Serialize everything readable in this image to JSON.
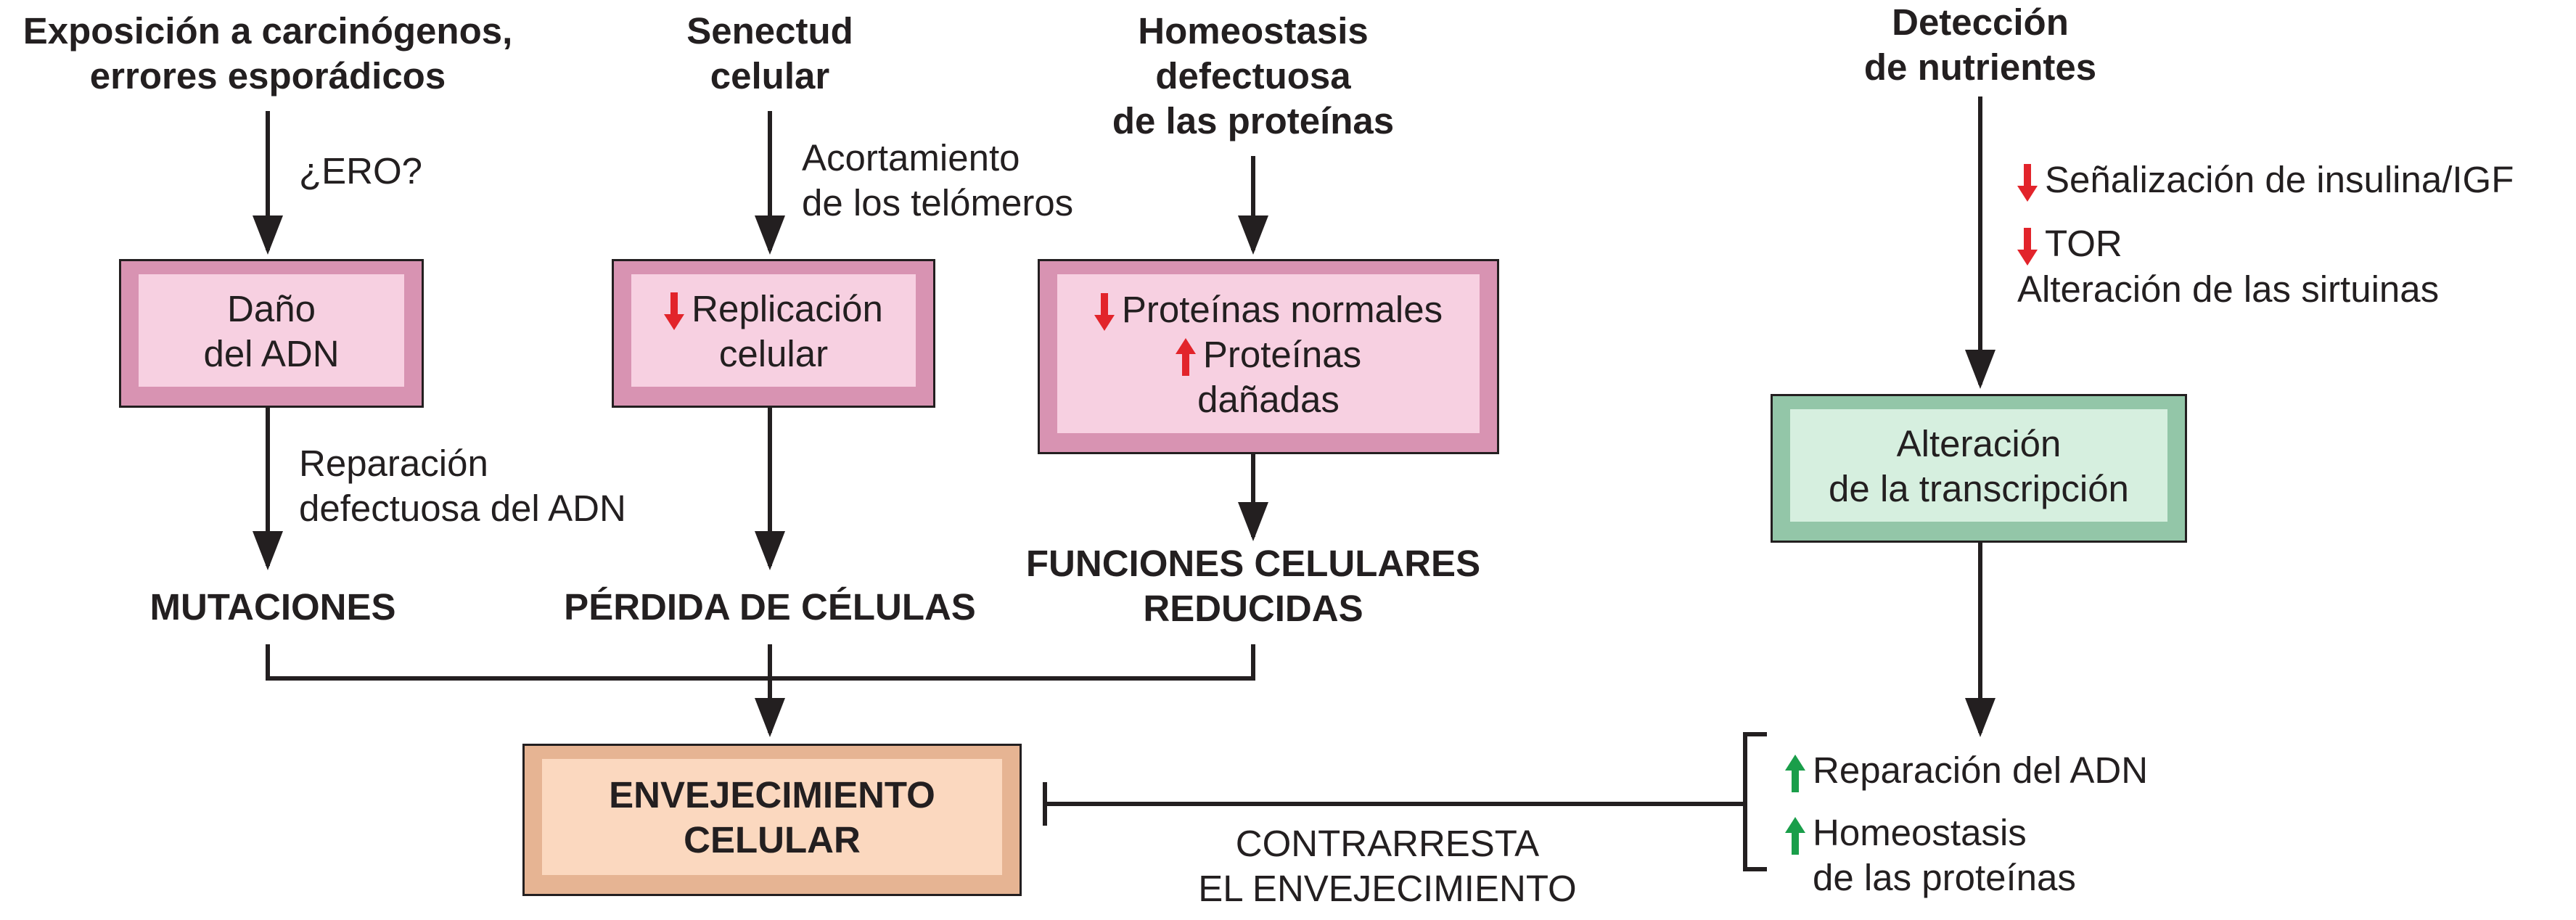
{
  "sources": {
    "carcinogens": [
      "Exposición a carcinógenos,",
      "errores esporádicos"
    ],
    "senescence": [
      "Senectud",
      "celular"
    ],
    "proteostasis": [
      "Homeostasis",
      "defectuosa",
      "de las proteínas"
    ],
    "nutrients": [
      "Detección",
      "de nutrientes"
    ]
  },
  "edge_labels": {
    "ros": "¿ERO?",
    "telomeres": [
      "Acortamiento",
      "de los telómeros"
    ],
    "dna_repair": [
      "Reparación",
      "defectuosa del ADN"
    ],
    "insulin": "Señalización de insulina/IGF",
    "tor": "TOR",
    "sirtuins": "Alteración de las sirtuinas",
    "counteracts": [
      "CONTRARRESTA",
      "EL ENVEJECIMIENTO"
    ]
  },
  "boxes": {
    "dna_damage": [
      "Daño",
      "del ADN"
    ],
    "replication": [
      "Replicación",
      "celular"
    ],
    "proteins": {
      "normal": "Proteínas normales",
      "damaged": [
        "Proteínas",
        "dañadas"
      ]
    },
    "transcription": [
      "Alteración",
      "de la transcripción"
    ],
    "aging": [
      "ENVEJECIMIENTO",
      "CELULAR"
    ]
  },
  "outcomes": {
    "mutations": "MUTACIONES",
    "cell_loss": "PÉRDIDA DE CÉLULAS",
    "reduced_functions": [
      "FUNCIONES CELULARES",
      "REDUCIDAS"
    ]
  },
  "effects": {
    "dna_repair": "Reparación del ADN",
    "protein_homeostasis": [
      "Homeostasis",
      "de las proteínas"
    ]
  },
  "colors": {
    "down_arrow": "#e2242b",
    "up_arrow_red": "#e2242b",
    "up_arrow_green": "#1a9e4a",
    "line": "#231f20"
  }
}
